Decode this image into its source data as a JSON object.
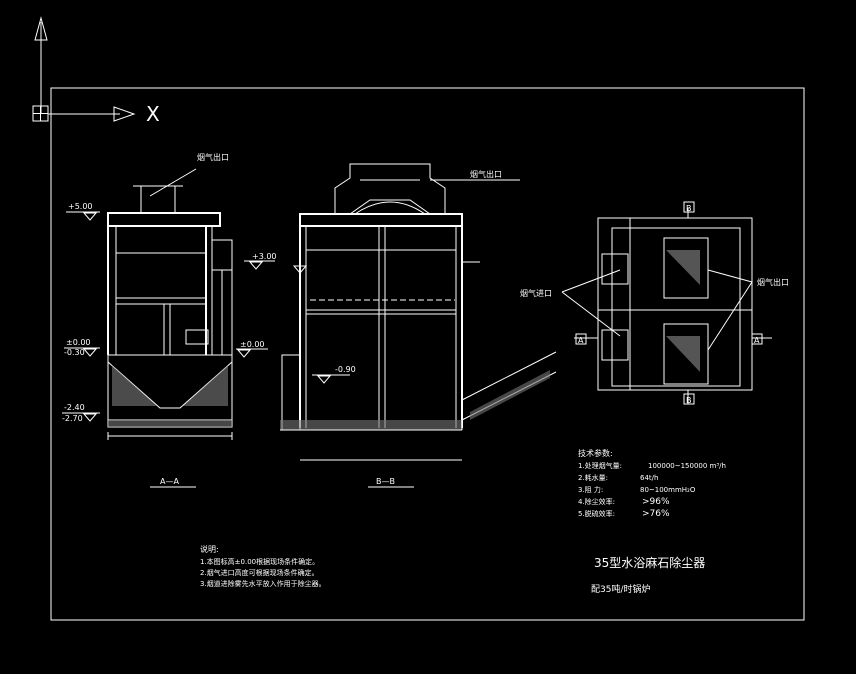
{
  "axis": {
    "x_label": "X"
  },
  "section_aa": {
    "title": "A—A",
    "inlet_label": "烟气出口",
    "elev_top": "+5.00",
    "elev_side": "+3.00",
    "elev_water": "±0.00",
    "elev_low1": "-0.30",
    "elev_right": "±0.00",
    "elev_bot1": "-2.40",
    "elev_bot2": "-2.70"
  },
  "section_bb": {
    "title": "B—B",
    "outlet_label": "烟气出口",
    "elev_mid": "+3.00",
    "elev_low": "-0.90"
  },
  "plan": {
    "inlet_label": "烟气进口",
    "outlet_label": "烟气出口",
    "mark_a": "A",
    "mark_b": "B"
  },
  "tech": {
    "title": "技术参数:",
    "items": [
      {
        "label": "1.处理烟气量:",
        "value": "100000~150000 m³/h"
      },
      {
        "label": "2.耗水量:",
        "value": "64t/h"
      },
      {
        "label": "3.阻  力:",
        "value": "80~100mmH₂O"
      },
      {
        "label": "4.除尘效率:",
        "value": ">96%"
      },
      {
        "label": "5.脱硫效率:",
        "value": ">76%"
      }
    ]
  },
  "notes": {
    "title": "说明:",
    "items": [
      "1.本图标高±0.00根据现场条件确定。",
      "2.烟气进口高度可根据现场条件确定。",
      "3.烟道进除雾先水平放入作用于除尘器。"
    ]
  },
  "drawing_title": "35型水浴麻石除尘器",
  "drawing_subtitle": "配35吨/时锅炉"
}
